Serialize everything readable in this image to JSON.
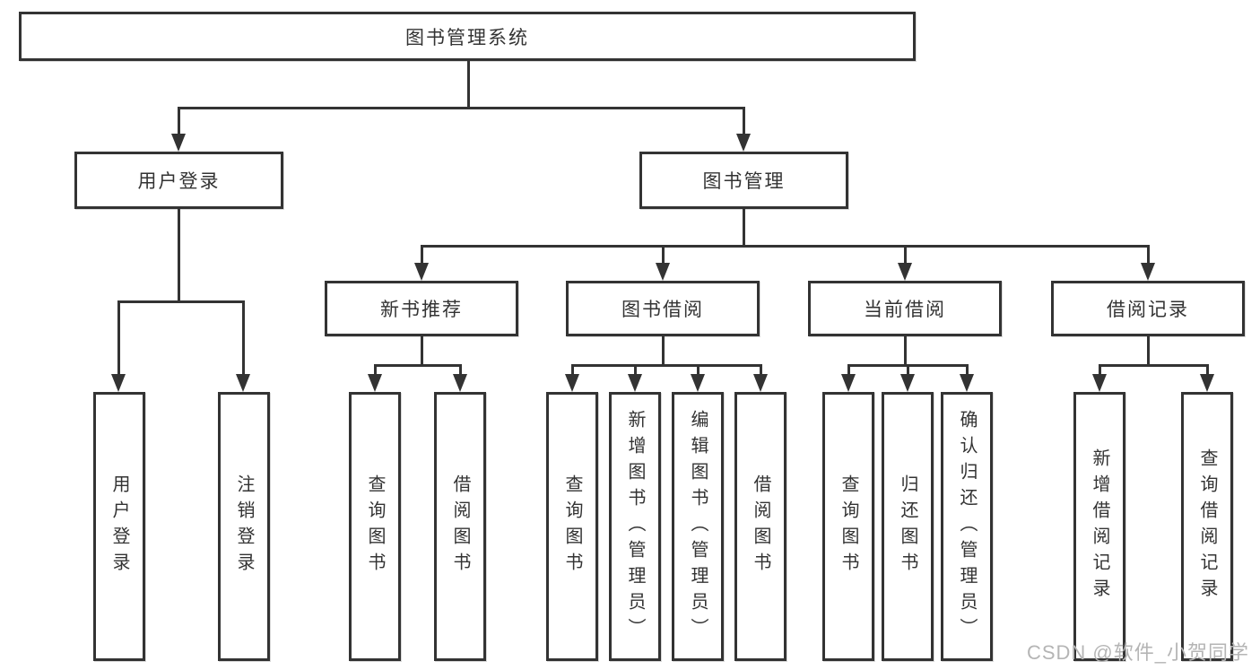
{
  "diagram": {
    "root": {
      "label": "图书管理系统"
    },
    "level2": [
      {
        "label": "用户登录"
      },
      {
        "label": "图书管理"
      }
    ],
    "level3": [
      {
        "label": "新书推荐"
      },
      {
        "label": "图书借阅"
      },
      {
        "label": "当前借阅"
      },
      {
        "label": "借阅记录"
      }
    ],
    "leaves": [
      {
        "label": "用户登录"
      },
      {
        "label": "注销登录"
      },
      {
        "label": "查询图书"
      },
      {
        "label": "借阅图书"
      },
      {
        "label": "查询图书"
      },
      {
        "label": "新增图书（管理员）"
      },
      {
        "label": "编辑图书（管理员）"
      },
      {
        "label": "借阅图书"
      },
      {
        "label": "查询图书"
      },
      {
        "label": "归还图书"
      },
      {
        "label": "确认归还（管理员）"
      },
      {
        "label": "新增借阅记录"
      },
      {
        "label": "查询借阅记录"
      }
    ],
    "watermark": "CSDN @软件_小贺同学",
    "colors": {
      "line": "#333333",
      "text": "#333333",
      "background": "#ffffff",
      "watermark": "#b5b5b5"
    }
  }
}
